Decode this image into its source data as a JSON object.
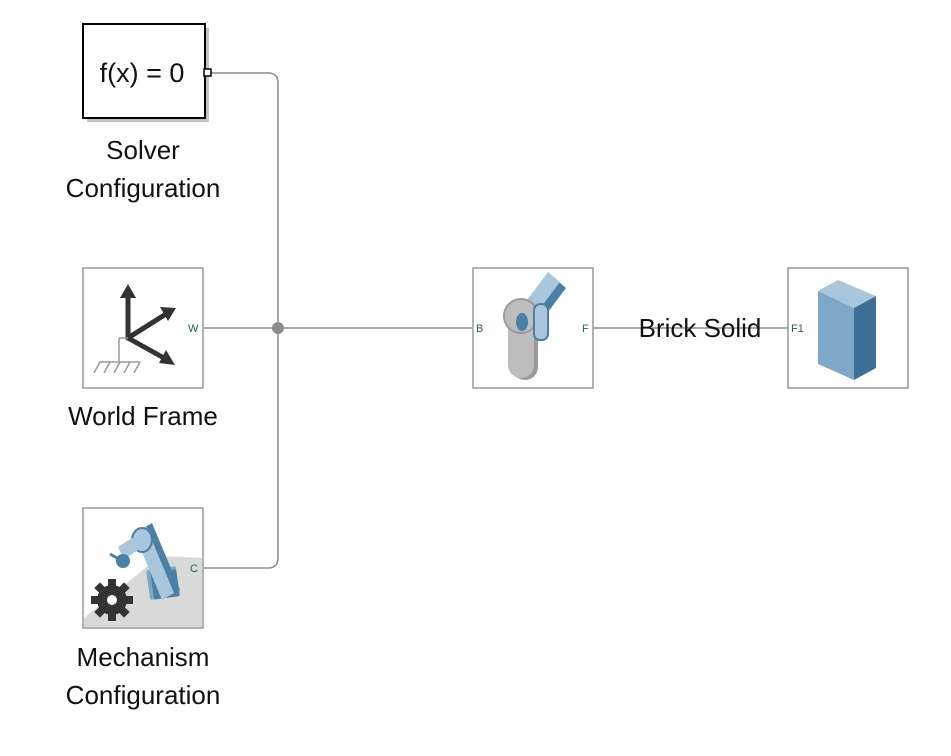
{
  "blocks": {
    "solver": {
      "expression": "f(x) = 0",
      "label_line1": "Solver",
      "label_line2": "Configuration"
    },
    "world": {
      "label": "World Frame",
      "port": "W"
    },
    "mechanism": {
      "label_line1": "Mechanism",
      "label_line2": "Configuration",
      "port": "C"
    },
    "joint": {
      "port_base": "B",
      "port_follower": "F"
    },
    "brick": {
      "label": "Brick Solid",
      "port": "F1"
    }
  },
  "colors": {
    "line": "#8c8c8c",
    "block_border": "#999999",
    "accent_blue": "#4a7fa6",
    "light_blue": "#a9c6dc",
    "dark_icon": "#333333"
  }
}
